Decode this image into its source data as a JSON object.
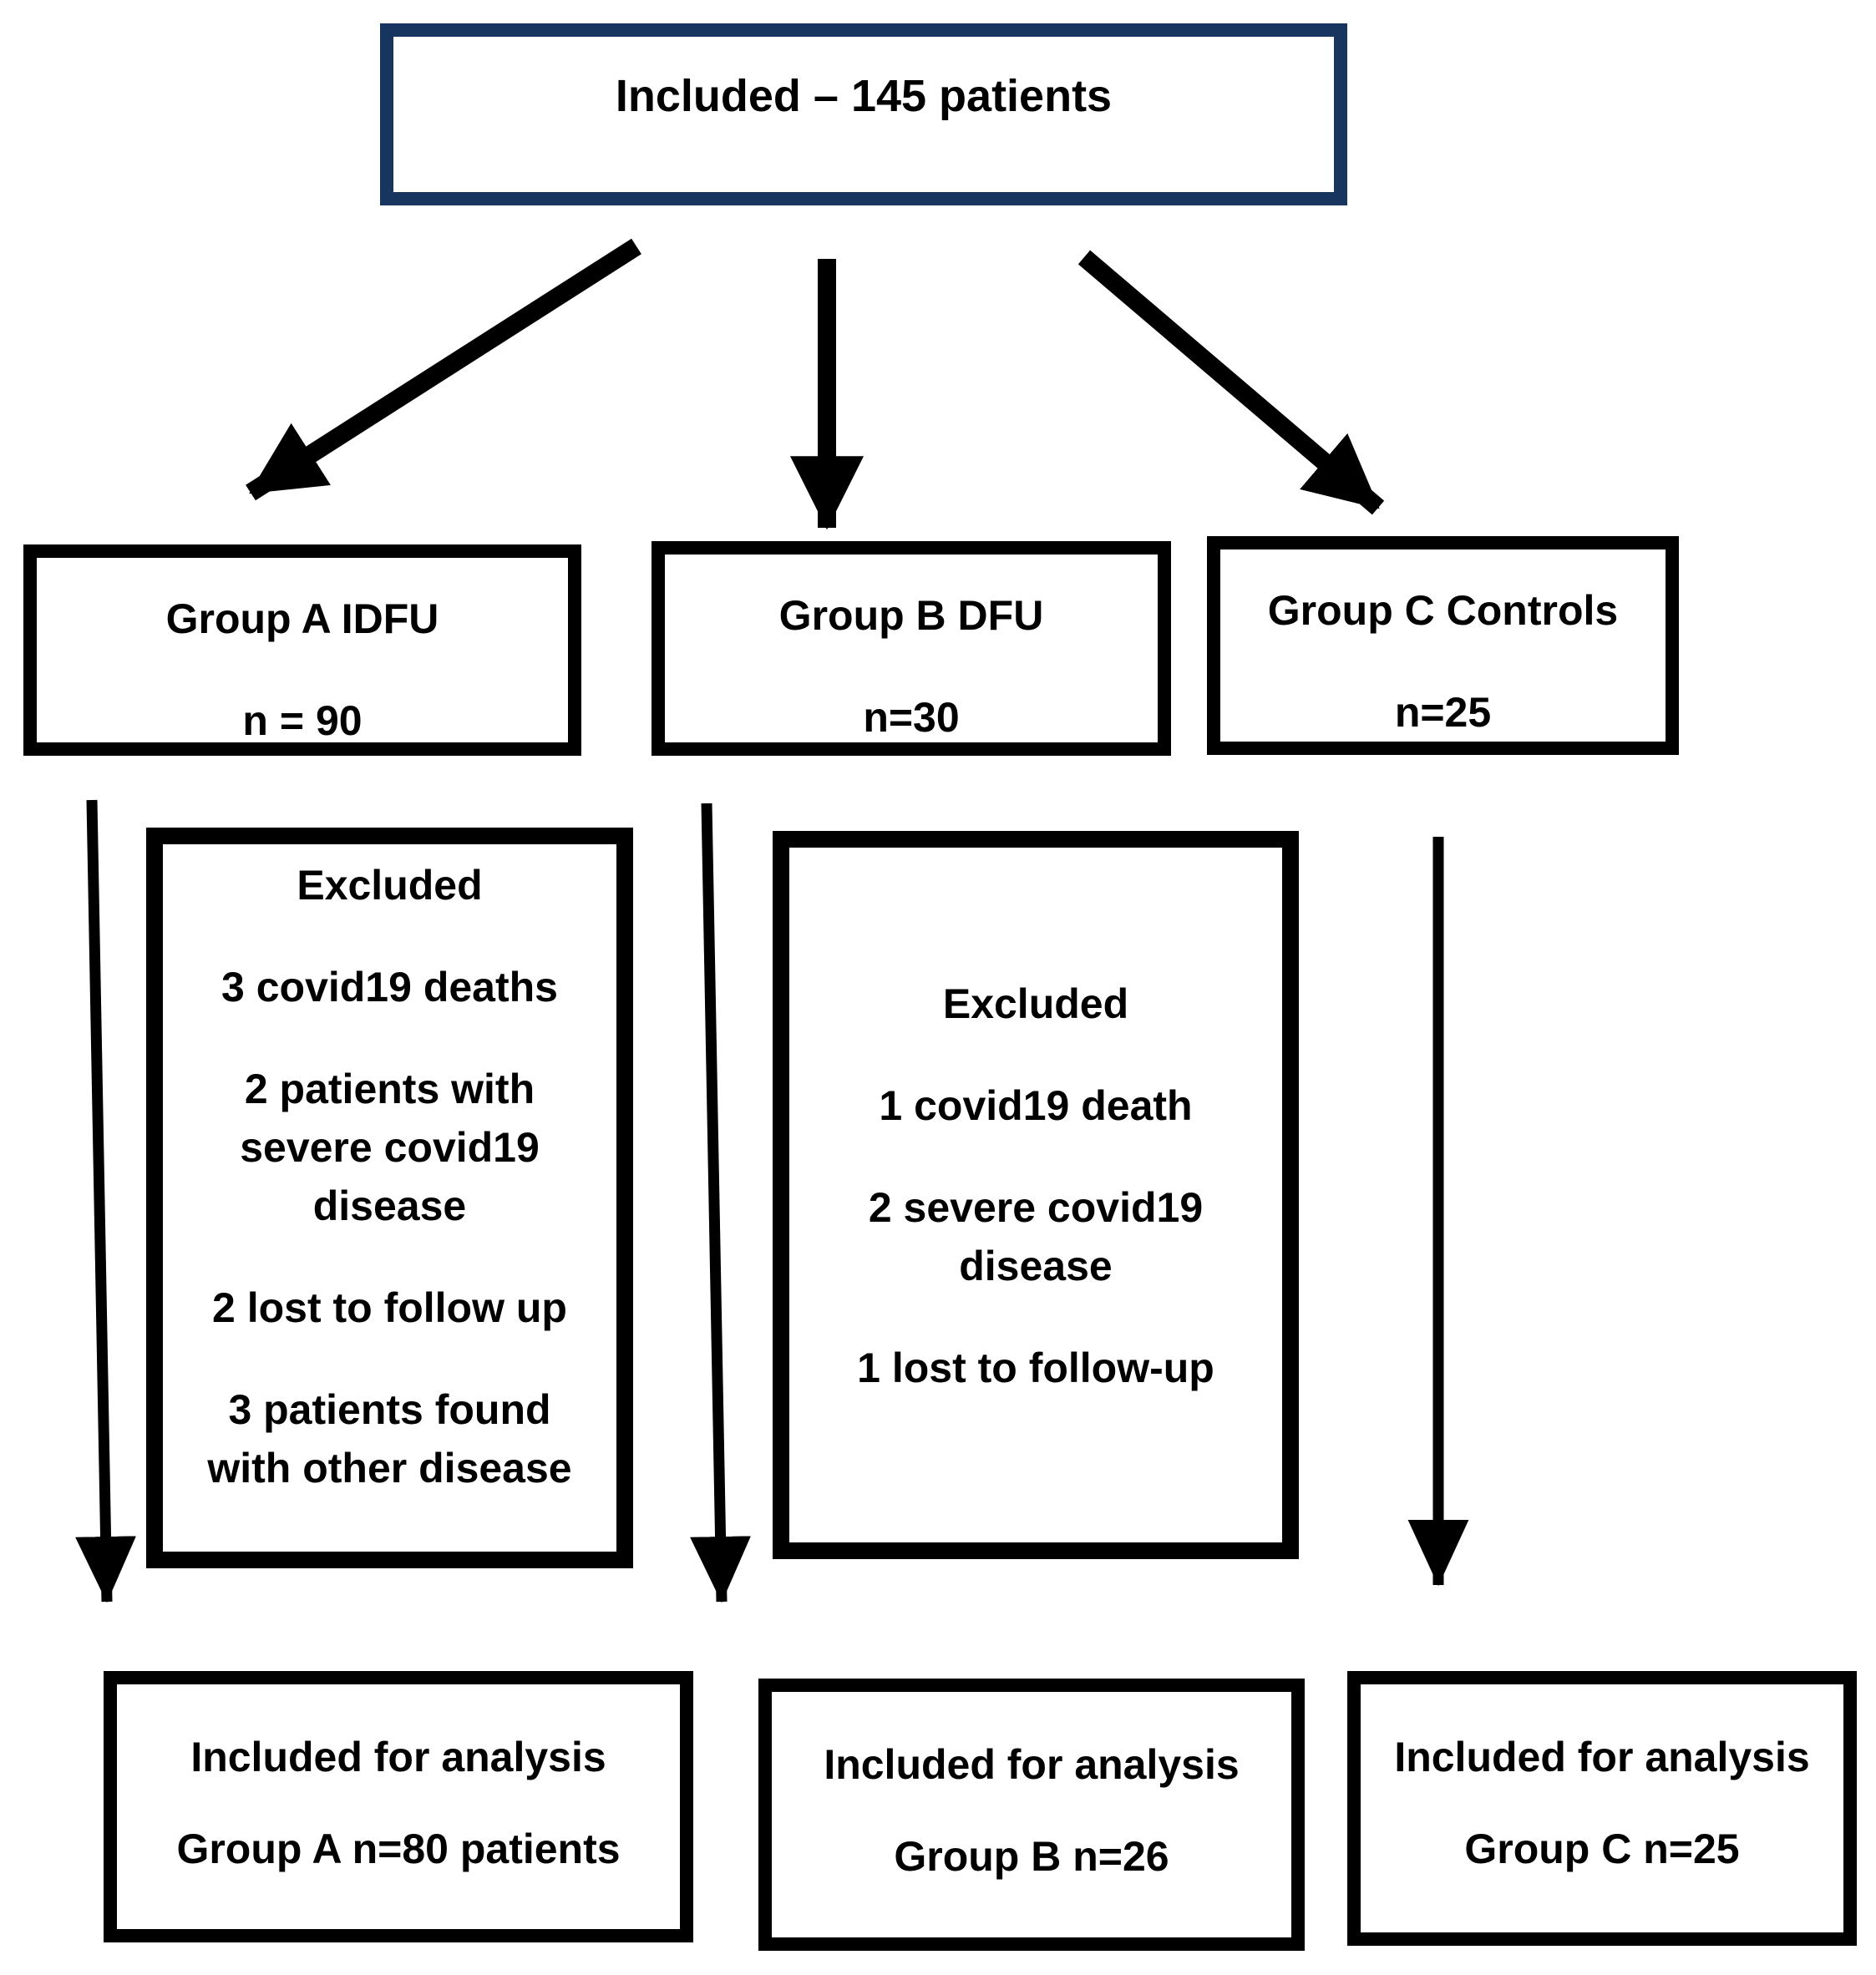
{
  "top": {
    "label": "Included – 145 patients"
  },
  "groups": [
    {
      "title": "Group A IDFU",
      "n": "n = 90"
    },
    {
      "title": "Group B DFU",
      "n": "n=30"
    },
    {
      "title": "Group C Controls",
      "n": "n=25"
    }
  ],
  "excluded": [
    {
      "title": "Excluded",
      "items": [
        "3 covid19 deaths",
        "2 patients with severe covid19 disease",
        "2 lost to follow up",
        "3 patients found with other disease"
      ]
    },
    {
      "title": "Excluded",
      "items": [
        "1 covid19 death",
        "2 severe covid19 disease",
        "1 lost to follow-up"
      ]
    }
  ],
  "analysis": [
    {
      "line1": "Included for analysis",
      "line2": "Group A n=80 patients"
    },
    {
      "line1": "Included for analysis",
      "line2": "Group B n=26"
    },
    {
      "line1": "Included for analysis",
      "line2": "Group C n=25"
    }
  ],
  "colors": {
    "top_box_border": "#17355e",
    "box_border": "#000000",
    "text": "#000000",
    "background": "#ffffff"
  }
}
